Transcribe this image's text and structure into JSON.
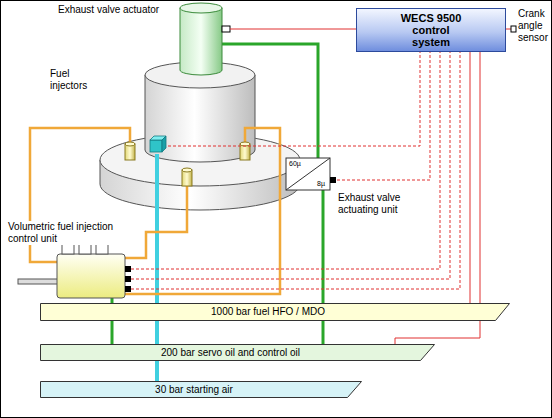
{
  "diagram": {
    "nodes": [
      {
        "text": [
          "WECS 9500 control system"
        ]
      },
      {
        "text": [
          "1000 bar fuel HFO / MDO"
        ]
      },
      {
        "text": [
          "200 bar servo oil and control oil"
        ]
      },
      {
        "text": [
          "30 bar starting air"
        ]
      }
    ],
    "edges": [
      {
        "from": 0,
        "to": 1,
        "arrow": "none"
      },
      {
        "from": 0,
        "to": 2,
        "arrow": "none"
      }
    ],
    "labels": [
      "Exhaust valve actuator",
      "Crank angle sensor",
      "Fuel injectors",
      "60µ",
      "8µ",
      "Exhaust valve actuating unit",
      "Volumetric fuel injection control unit"
    ]
  }
}
